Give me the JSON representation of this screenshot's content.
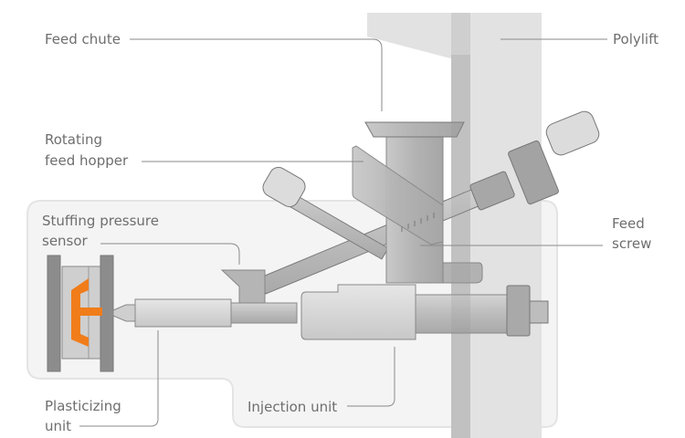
{
  "diagram": {
    "labels": {
      "feed_chute": "Feed chute",
      "polylift": "Polylift",
      "rotating_1": "Rotating",
      "rotating_2": "feed hopper",
      "stuffing_1": "Stuffing pressure",
      "stuffing_2": "sensor",
      "feed_screw_1": "Feed",
      "feed_screw_2": "screw",
      "plasticizing_1": "Plasticizing",
      "plasticizing_2": "unit",
      "injection": "Injection unit"
    },
    "colors": {
      "accent": "#f07d1a",
      "panel": "#f4f4f4",
      "column": "#e2e2e2",
      "metal": "#bdbdbd",
      "metal_dark": "#8f8f8f"
    }
  }
}
